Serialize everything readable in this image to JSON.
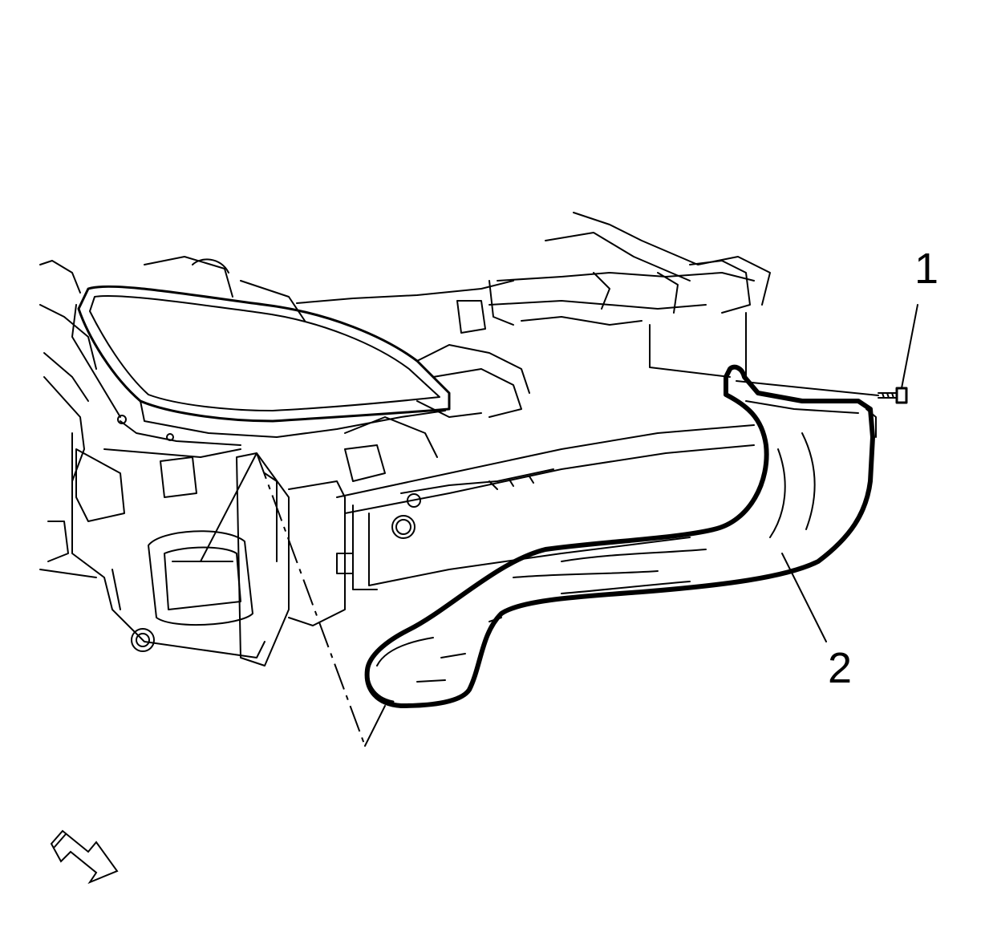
{
  "diagram": {
    "callouts": [
      {
        "id": "1",
        "label": "1"
      },
      {
        "id": "2",
        "label": "2"
      }
    ],
    "colors": {
      "line": "#000000",
      "background": "#ffffff"
    },
    "icons": [
      "view-direction-arrow-icon"
    ]
  }
}
